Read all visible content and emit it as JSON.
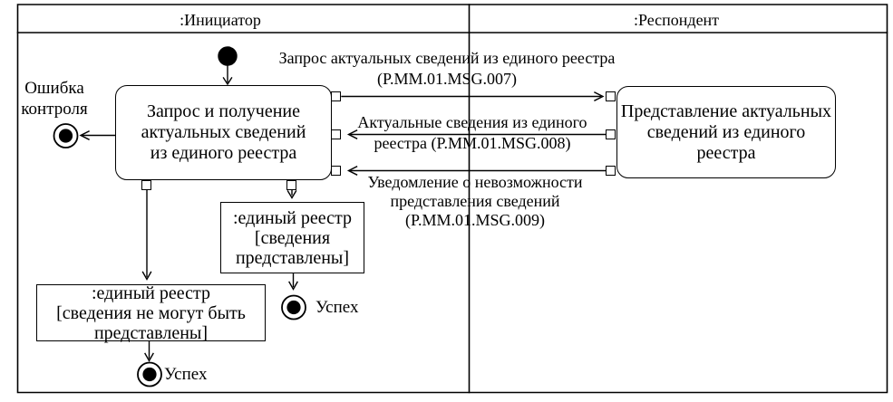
{
  "lanes": {
    "initiator": ":Инициатор",
    "respondent": ":Респондент"
  },
  "initiator": {
    "activity": "Запрос и получение\nактуальных сведений\nиз единого реестра",
    "error_label": "Ошибка\nконтроля",
    "object_not_provided": ":единый реестр\n[сведения не могут быть\nпредставлены]",
    "object_provided": ":единый реестр\n[сведения\nпредставлены]",
    "success_left_label": "Успех",
    "success_right_label": "Успех"
  },
  "respondent": {
    "activity": "Представление актуальных\nсведений из единого\nреестра"
  },
  "messages": {
    "request": "Запрос актуальных сведений из единого реестра\n(P.MM.01.MSG.007)",
    "response": "Актуальные сведения из единого\nреестра (P.MM.01.MSG.008)",
    "notice": "Уведомление о невозможности\nпредставления сведений\n(P.MM.01.MSG.009)"
  },
  "colors": {
    "line": "#000000",
    "background": "#ffffff"
  }
}
